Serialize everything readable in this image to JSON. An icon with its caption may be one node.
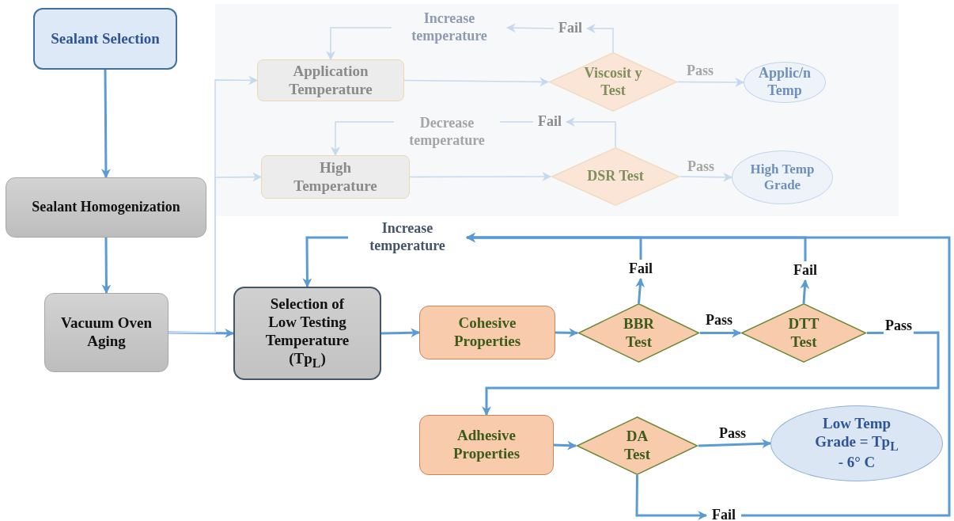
{
  "diagram": {
    "nodes": [
      {
        "text": [
          "Sealant Selection"
        ]
      },
      {
        "text": [
          "Sealant Homogenization"
        ]
      },
      {
        "text": [
          "Vacuum Oven Aging"
        ]
      },
      {
        "text": [],
        "shape": "box"
      },
      {
        "text": [
          "Increase temperature"
        ],
        "in": 3
      },
      {
        "text": [
          "Fail"
        ],
        "in": 3
      },
      {
        "text": [
          "Application Temperature"
        ],
        "in": 3
      },
      {
        "text": [
          "Viscosit y Test"
        ],
        "in": 3
      },
      {
        "text": [
          "Applic/n Temp"
        ],
        "in": 3
      },
      {
        "text": [
          "Fail"
        ],
        "in": 3
      },
      {
        "text": [
          "High Temperature"
        ],
        "in": 3
      },
      {
        "text": [
          "DSR Test"
        ],
        "in": 3
      },
      {
        "text": [
          "High Temp Grade"
        ],
        "in": 3
      },
      {
        "text": [
          "Increase temperature"
        ]
      },
      {
        "text": [
          "Selection of Low Testing Temperature (Tp$_{L}$)"
        ]
      },
      {
        "text": [
          "Cohesive Properties"
        ]
      },
      {
        "text": [
          "BBR Test"
        ]
      },
      {
        "text": [
          "Fail"
        ]
      },
      {
        "text": [
          "DTT Test"
        ]
      },
      {
        "text": [
          "Fail"
        ]
      },
      {
        "text": [
          "Adhesive Properties"
        ]
      },
      {
        "text": [
          "DA Test"
        ]
      },
      {
        "text": [
          "Low Temp Grade = Tp$_{L}$ - 6° C"
        ]
      },
      {
        "text": [
          "Fail"
        ]
      }
    ],
    "edges": [
      {
        "from": 0,
        "to": 1,
        "arrow": "to"
      },
      {
        "from": 1,
        "to": 2,
        "arrow": "to"
      },
      {
        "from": 2,
        "to": 14,
        "arrow": "to"
      },
      {
        "from": 2,
        "to": 6,
        "arrow": "to",
        "color": "#c5d9ee"
      },
      {
        "from": 2,
        "to": 10,
        "arrow": "to",
        "color": "#c5d9ee"
      },
      {
        "from": 6,
        "to": 7,
        "arrow": "to",
        "color": "#c5d9ee"
      },
      {
        "from": 7,
        "to": 8,
        "arrow": "to",
        "label": "Pass",
        "color": "#c5d9ee"
      },
      {
        "from": 7,
        "to": 5,
        "arrow": "to",
        "color": "#c5d9ee"
      },
      {
        "from": 5,
        "to": 4,
        "arrow": "to",
        "color": "#c5d9ee"
      },
      {
        "from": 4,
        "to": 6,
        "arrow": "to",
        "color": "#c5d9ee"
      },
      {
        "from": 10,
        "to": 11,
        "arrow": "to",
        "color": "#c5d9ee"
      },
      {
        "from": 11,
        "to": 12,
        "arrow": "to",
        "label": "Pass",
        "color": "#c5d9ee"
      },
      {
        "from": 11,
        "to": 9,
        "arrow": "to",
        "color": "#c5d9ee"
      },
      {
        "from": 9,
        "to": 10,
        "arrow": "to",
        "label": "Decrease temperature",
        "color": "#c5d9ee"
      },
      {
        "from": 13,
        "to": 14,
        "arrow": "to"
      },
      {
        "from": 14,
        "to": 15,
        "arrow": "to"
      },
      {
        "from": 15,
        "to": 16,
        "arrow": "to"
      },
      {
        "from": 16,
        "to": 17,
        "arrow": "to"
      },
      {
        "from": 16,
        "to": 18,
        "arrow": "to",
        "label": "Pass"
      },
      {
        "from": 18,
        "to": 19,
        "arrow": "to"
      },
      {
        "from": 18,
        "to": 20,
        "arrow": "to",
        "label": "Pass"
      },
      {
        "from": 20,
        "to": 21,
        "arrow": "to"
      },
      {
        "from": 21,
        "to": 22,
        "arrow": "to",
        "label": "Pass"
      },
      {
        "from": 21,
        "to": 23,
        "arrow": "to"
      },
      {
        "from": 23,
        "to": 13,
        "arrow": "to"
      },
      {
        "from": 17,
        "to": 13,
        "arrow": "to"
      },
      {
        "from": 19,
        "to": 13,
        "arrow": "to"
      }
    ]
  }
}
